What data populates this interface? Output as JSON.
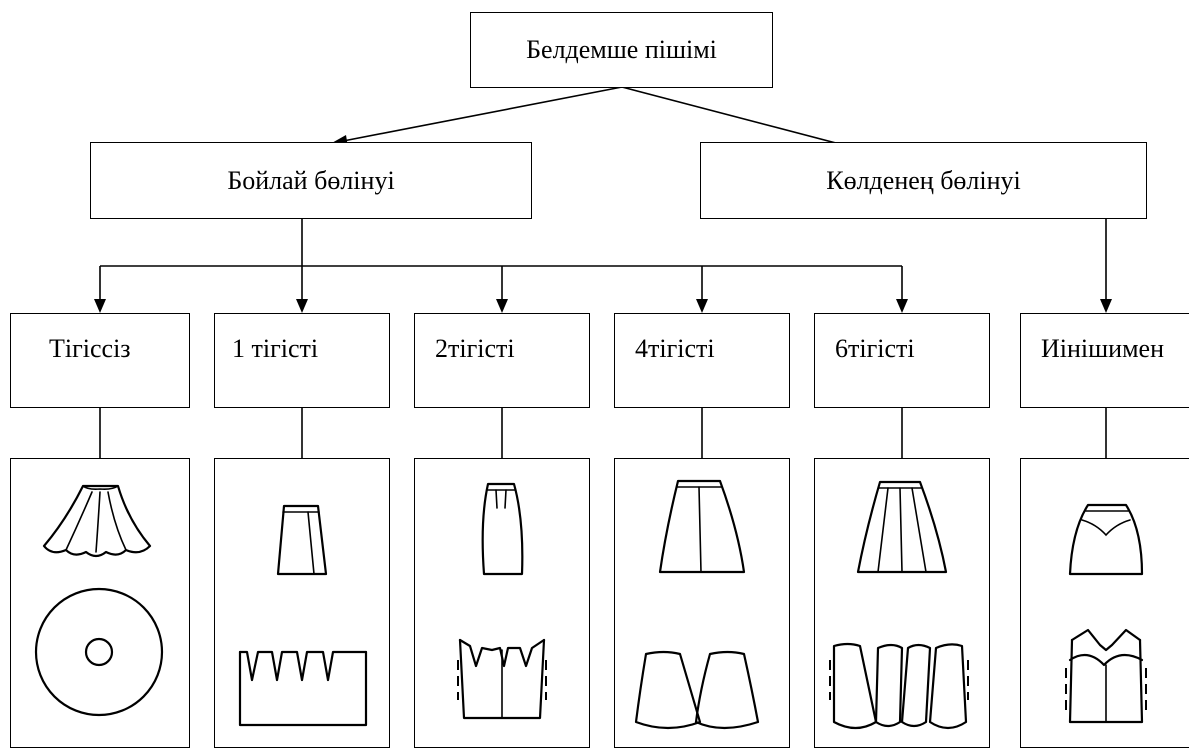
{
  "root": {
    "label": "Белдемше пішімі"
  },
  "level2": [
    {
      "id": "vertical",
      "label": "Бойлай бөлінуі"
    },
    {
      "id": "horizontal",
      "label": "Көлденең бөлінуі"
    }
  ],
  "level3": [
    {
      "id": "no-seam",
      "label": "Тігіссіз",
      "parent": "vertical"
    },
    {
      "id": "one-seam",
      "label": "1 тігісті",
      "parent": "vertical"
    },
    {
      "id": "two-seam",
      "label": "2тігісті",
      "parent": "vertical"
    },
    {
      "id": "four-seam",
      "label": "4тігісті",
      "parent": "vertical"
    },
    {
      "id": "six-seam",
      "label": "6тігісті",
      "parent": "vertical"
    },
    {
      "id": "yoke",
      "label": "Иінішимен",
      "parent": "horizontal"
    }
  ],
  "illustrations": [
    {
      "id": "no-seam",
      "icons": [
        "flared-skirt-icon",
        "circle-skirt-pattern-icon"
      ]
    },
    {
      "id": "one-seam",
      "icons": [
        "wrap-skirt-icon",
        "one-seam-pattern-icon"
      ]
    },
    {
      "id": "two-seam",
      "icons": [
        "pencil-skirt-icon",
        "two-seam-pattern-icon"
      ]
    },
    {
      "id": "four-seam",
      "icons": [
        "four-panel-skirt-icon",
        "four-panel-pattern-icon"
      ]
    },
    {
      "id": "six-seam",
      "icons": [
        "six-panel-skirt-icon",
        "six-panel-pattern-icon"
      ]
    },
    {
      "id": "yoke",
      "icons": [
        "yoke-skirt-icon",
        "yoke-pattern-icon"
      ]
    }
  ],
  "colors": {
    "line": "#000000",
    "background": "#ffffff"
  }
}
